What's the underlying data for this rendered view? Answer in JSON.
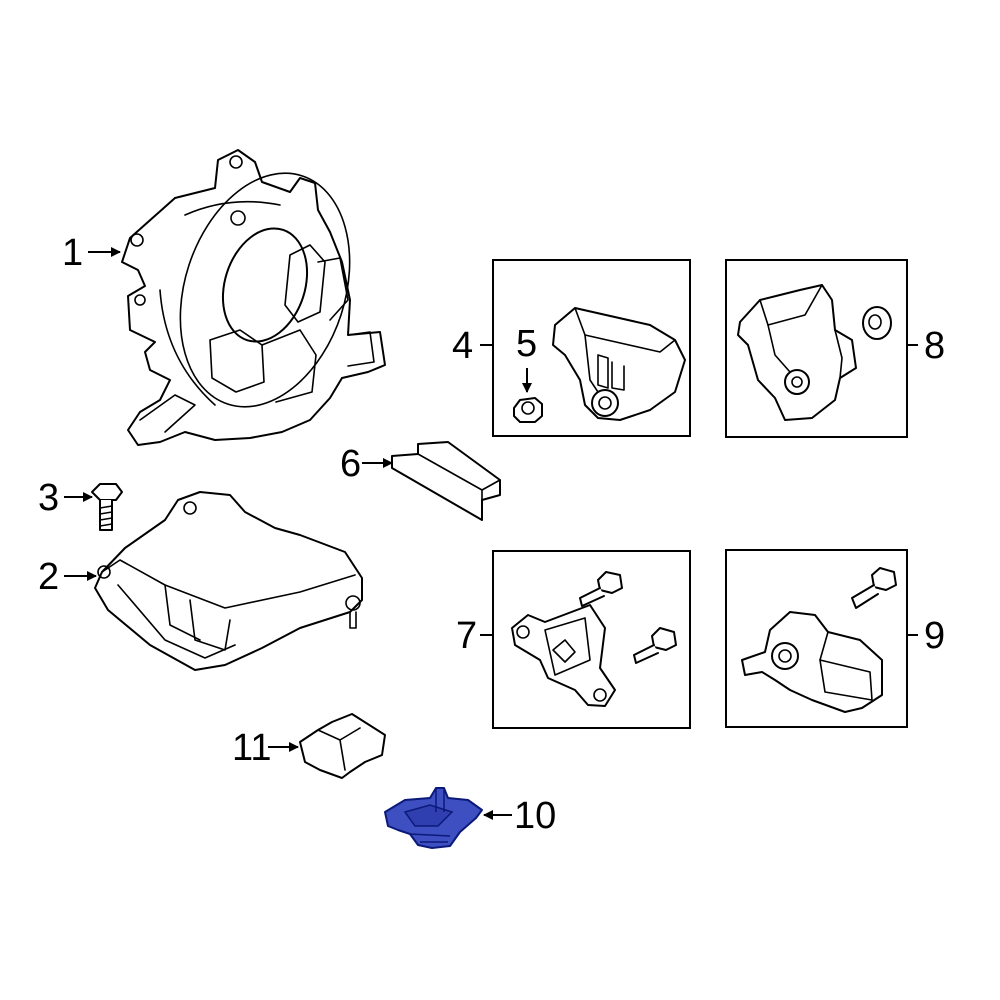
{
  "callouts": {
    "c1": "1",
    "c2": "2",
    "c3": "3",
    "c4": "4",
    "c5": "5",
    "c6": "6",
    "c7": "7",
    "c8": "8",
    "c9": "9",
    "c10": "10",
    "c11": "11"
  },
  "colors": {
    "line": "#000000",
    "background": "#ffffff",
    "highlight_fill": "#3d4fc1",
    "highlight_stroke": "#0b1a7a"
  },
  "highlighted_part": "10"
}
